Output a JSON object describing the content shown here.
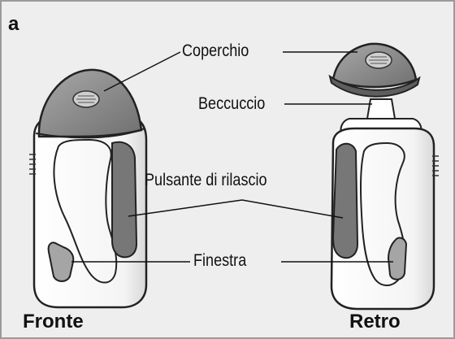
{
  "panel_letter": "a",
  "labels": {
    "cap": "Coperchio",
    "spout": "Beccuccio",
    "release_button": "Pulsante di rilascio",
    "window": "Finestra"
  },
  "views": {
    "front": "Fronte",
    "back": "Retro"
  },
  "colors": {
    "panel_background": "#eeeeee",
    "panel_border": "#9a9a9a",
    "device_body": "#ffffff",
    "device_outline": "#222222",
    "cap_gray": "#8c8c8c",
    "button_gray": "#777777",
    "window_gray": "#999999"
  }
}
